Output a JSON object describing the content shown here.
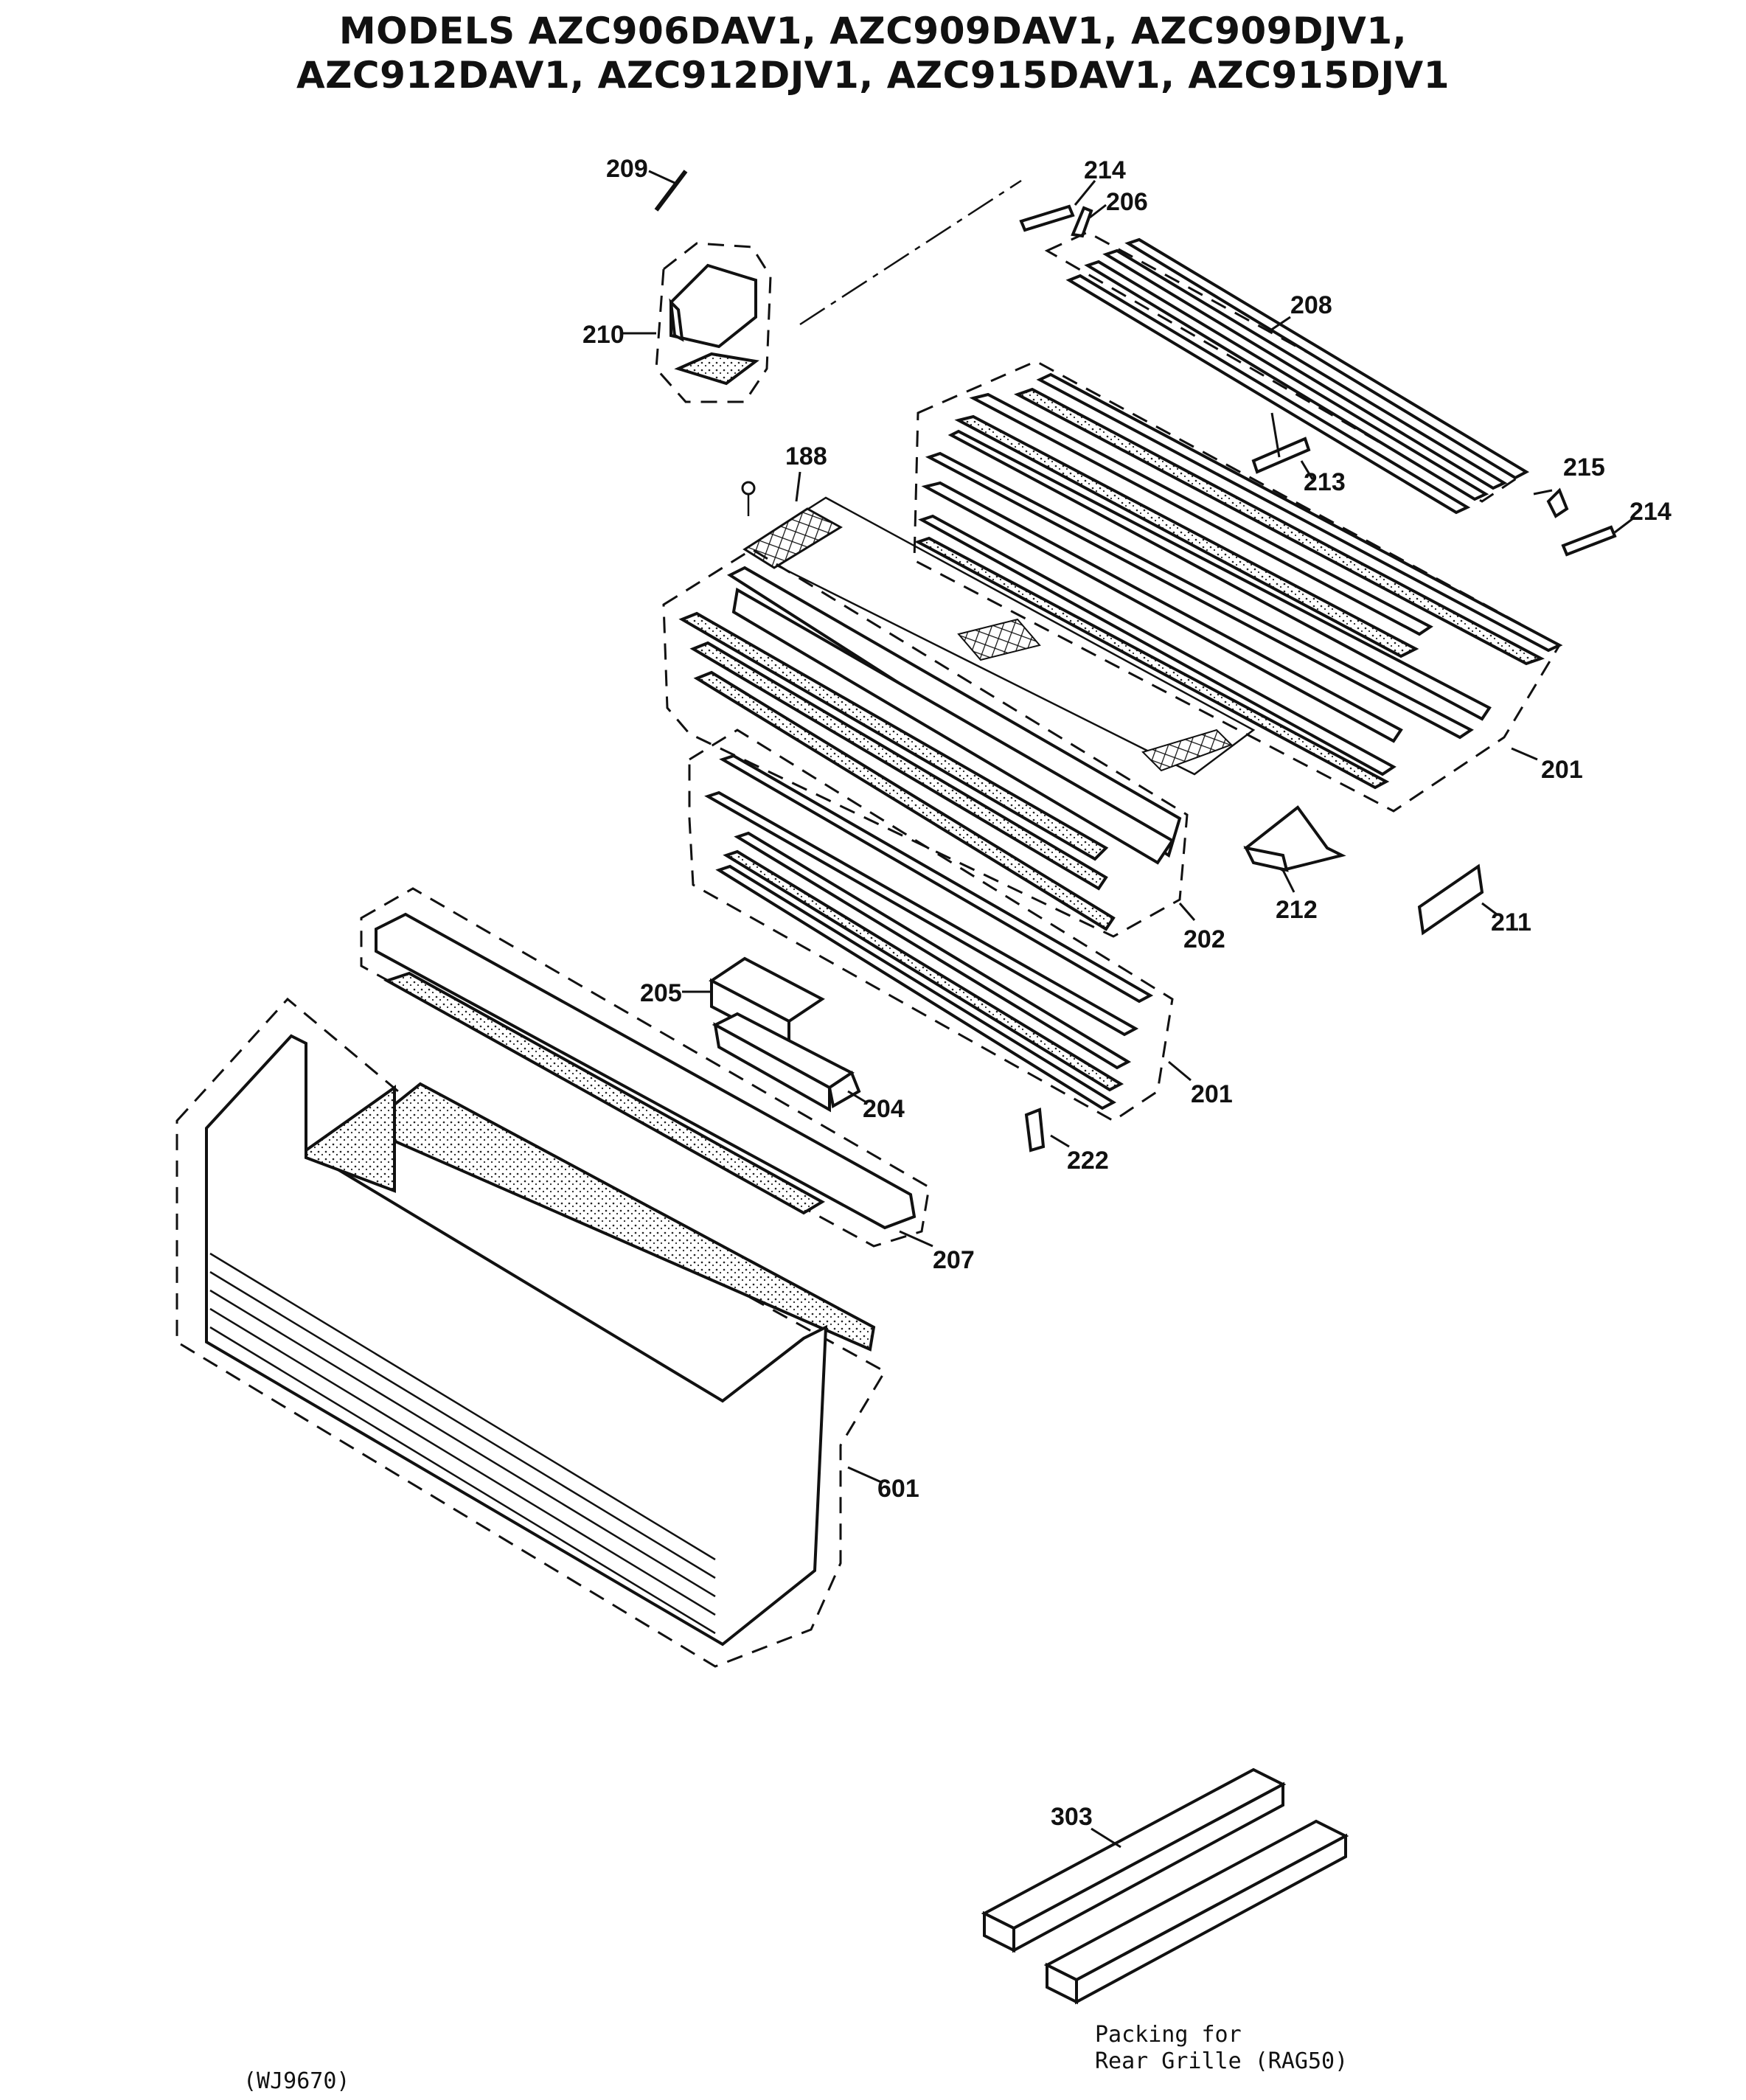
{
  "title": {
    "line1": "MODELS AZC906DAV1, AZC909DAV1, AZC909DJV1,",
    "line2": "AZC912DAV1, AZC912DJV1, AZC915DAV1, AZC915DJV1"
  },
  "callouts": {
    "p209": "209",
    "p214a": "214",
    "p206": "206",
    "p208": "208",
    "p210": "210",
    "p188": "188",
    "p213": "213",
    "p215": "215",
    "p214b": "214",
    "p201a": "201",
    "p212": "212",
    "p211": "211",
    "p202": "202",
    "p205": "205",
    "p204": "204",
    "p201b": "201",
    "p222": "222",
    "p207": "207",
    "p601": "601",
    "p303": "303"
  },
  "footer": {
    "drawing_id": "(WJ9670)",
    "note_line1": "Packing for",
    "note_line2": "Rear Grille (RAG50)"
  }
}
